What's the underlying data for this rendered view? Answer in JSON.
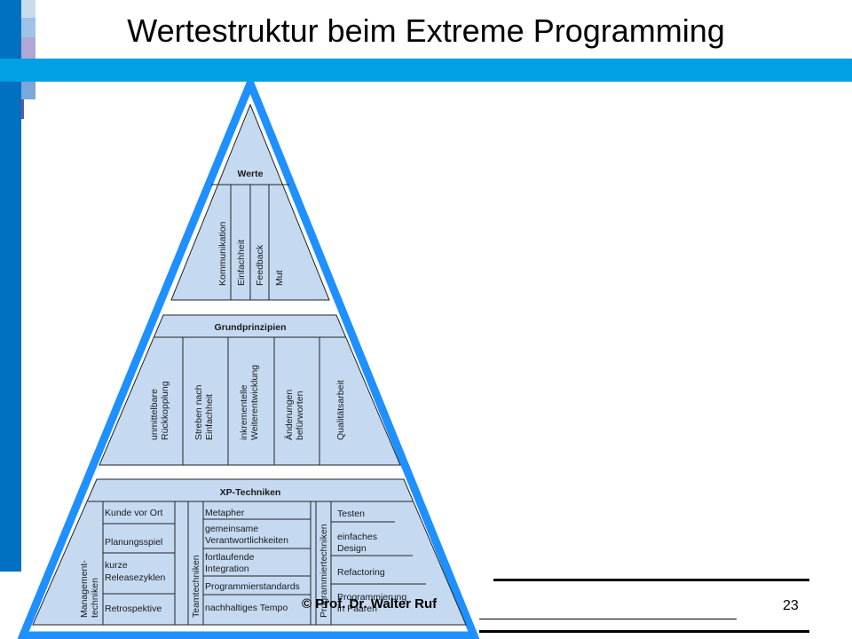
{
  "slide": {
    "title": "Wertestruktur beim Extreme Programming",
    "footer": "© Prof. Dr. Walter Ruf",
    "page_number": "23"
  },
  "colors": {
    "blue_bar": "#0070c0",
    "band": "#00a0e3",
    "pyramid_outline": "#1e90ff",
    "box_fill": "#c5d9f1"
  },
  "pyramid": {
    "werte": {
      "header": "Werte",
      "items": [
        "Kommunikation",
        "Einfachheit",
        "Feedback",
        "Mut"
      ]
    },
    "grundprinzipien": {
      "header": "Grundprinzipien",
      "items": [
        [
          "unmittelbare",
          "Rückkopplung"
        ],
        [
          "Streben nach",
          "Einfachheit"
        ],
        [
          "inkrementelle",
          "Weiterentwicklung"
        ],
        [
          "Änderungen",
          "befürworten"
        ],
        [
          "Qualitätsarbeit"
        ]
      ]
    },
    "xp_techniken": {
      "header": "XP-Techniken",
      "management": {
        "label": [
          "Management-",
          "techniken"
        ],
        "items": [
          [
            "Kunde vor Ort"
          ],
          [
            "Planungsspiel"
          ],
          [
            "kurze",
            "Releasezyklen"
          ],
          [
            "Retrospektive"
          ]
        ]
      },
      "team": {
        "label": "Teamtechniken",
        "items": [
          [
            "Metapher"
          ],
          [
            "gemeinsame",
            "Verantwortlichkeiten"
          ],
          [
            "fortlaufende",
            "Integration"
          ],
          [
            "Programmierstandards"
          ],
          [
            "nachhaltiges Tempo"
          ]
        ]
      },
      "programmier": {
        "label": "Programmiertechniken",
        "items": [
          [
            "Testen"
          ],
          [
            "einfaches",
            "Design"
          ],
          [
            "Refactoring"
          ],
          [
            "Programmierung",
            "in Paaren"
          ]
        ]
      }
    }
  }
}
